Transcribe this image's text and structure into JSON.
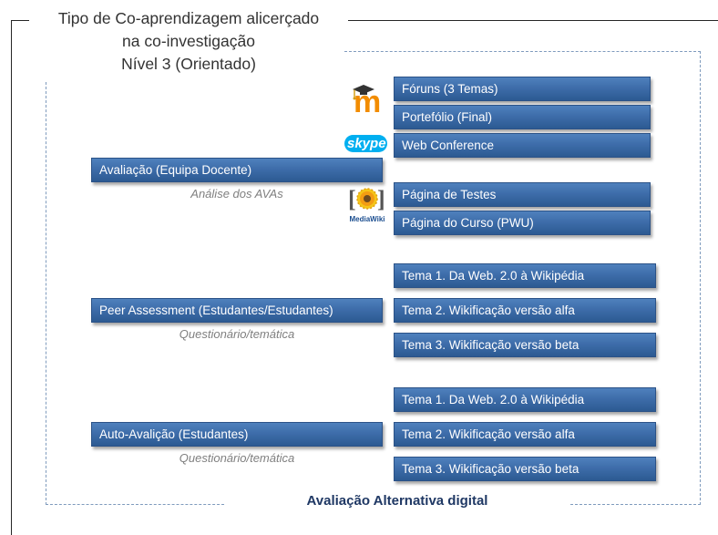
{
  "title": {
    "line1": "Tipo de Co-aprendizagem alicerçado",
    "line2": "na co-investigação",
    "line3": "Nível 3 (Orientado)"
  },
  "footer": {
    "title": "Avaliação Alternativa digital"
  },
  "groups": [
    {
      "label": "Avaliação (Equipa Docente)",
      "caption": "Análise dos AVAs",
      "items": [
        "Fóruns (3 Temas)",
        "Portefólio (Final)",
        "Web Conference",
        "Página de Testes",
        "Página do Curso (PWU)"
      ]
    },
    {
      "label": "Peer Assessment  (Estudantes/Estudantes)",
      "caption": "Questionário/temática",
      "items": [
        "Tema 1. Da Web. 2.0 à Wikipédia",
        "Tema 2. Wikificação versão alfa",
        "Tema 3. Wikificação versão beta"
      ]
    },
    {
      "label": "Auto-Avalição (Estudantes)",
      "caption": "Questionário/temática",
      "items": [
        "Tema 1. Da Web. 2.0 à Wikipédia",
        "Tema 2. Wikificação versão alfa",
        "Tema 3. Wikificação versão beta"
      ]
    }
  ],
  "logos": {
    "moodle_letter": "m",
    "skype": "skype",
    "mediawiki": "MediaWiki"
  },
  "colors": {
    "bar": "#3e6daa",
    "bar_border": "#2b5287",
    "frame_dash": "#7f9bbd",
    "caption": "#7f7f7f",
    "footer": "#1f3864"
  }
}
